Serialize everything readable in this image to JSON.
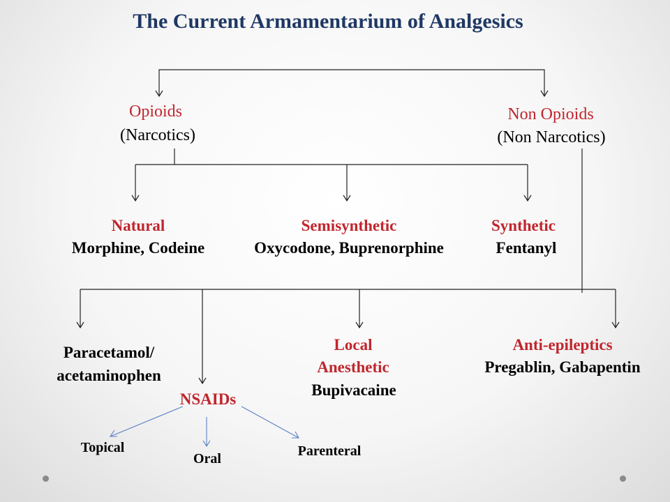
{
  "title": "The Current Armamentarium  of Analgesics",
  "opioids": {
    "label": "Opioids",
    "sub": "(Narcotics)"
  },
  "non_opioids": {
    "label": "Non Opioids",
    "sub": "(Non Narcotics)"
  },
  "natural": {
    "label": "Natural",
    "examples": "Morphine, Codeine"
  },
  "semisynthetic": {
    "label": "Semisynthetic",
    "examples": "Oxycodone, Buprenorphine"
  },
  "synthetic": {
    "label": "Synthetic",
    "examples": "Fentanyl"
  },
  "paracetamol": {
    "line1": "Paracetamol/",
    "line2": "acetaminophen"
  },
  "nsaids": {
    "label": "NSAIDs"
  },
  "local_anesthetic": {
    "line1": "Local",
    "line2": "Anesthetic",
    "examples": "Bupivacaine"
  },
  "anti_epileptics": {
    "label": "Anti-epileptics",
    "examples": "Pregablin, Gabapentin"
  },
  "routes": {
    "topical": "Topical",
    "oral": "Oral",
    "parenteral": "Parenteral"
  },
  "colors": {
    "title": "#1f3864",
    "category": "#c0262d",
    "text": "#000000",
    "nsaid_arrows": "#5b7fc4"
  }
}
